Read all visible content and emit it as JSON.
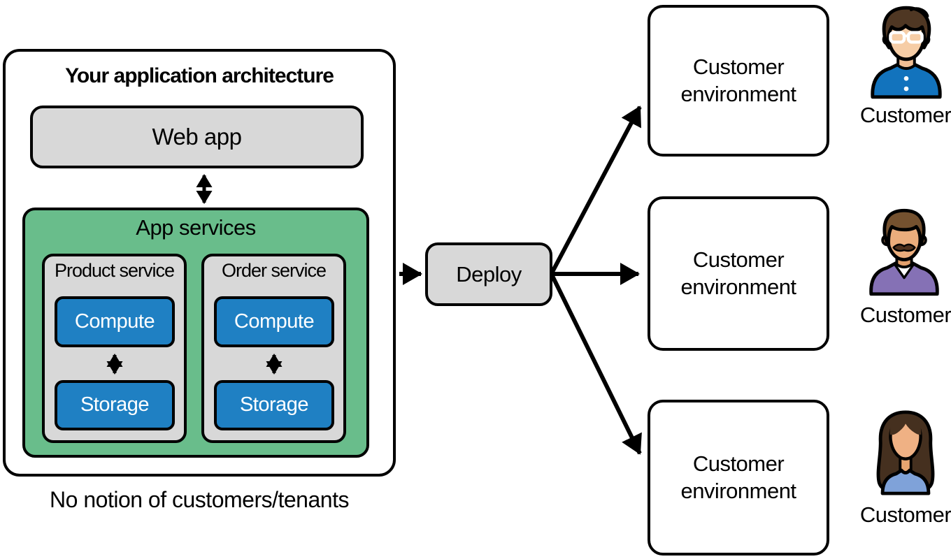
{
  "colors": {
    "box_gray": "#D8D8D8",
    "box_green": "#69BD8B",
    "box_blue": "#1F80C3",
    "outline": "#000000",
    "persona_shirt_blue": "#1273BD",
    "persona_sweater_purple": "#8571B5",
    "persona_top_periwinkle": "#7FA2D9"
  },
  "architecture": {
    "title": "Your application architecture",
    "web_app": "Web app",
    "app_services_label": "App services",
    "services": [
      {
        "name": "Product service",
        "compute": "Compute",
        "storage": "Storage"
      },
      {
        "name": "Order service",
        "compute": "Compute",
        "storage": "Storage"
      }
    ],
    "caption": "No notion of customers/tenants"
  },
  "deploy": {
    "label": "Deploy"
  },
  "customers": [
    {
      "environment": "Customer environment",
      "label": "Customer",
      "persona": "man-with-glasses-icon"
    },
    {
      "environment": "Customer environment",
      "label": "Customer",
      "persona": "man-with-mustache-icon"
    },
    {
      "environment": "Customer environment",
      "label": "Customer",
      "persona": "woman-icon"
    }
  ]
}
